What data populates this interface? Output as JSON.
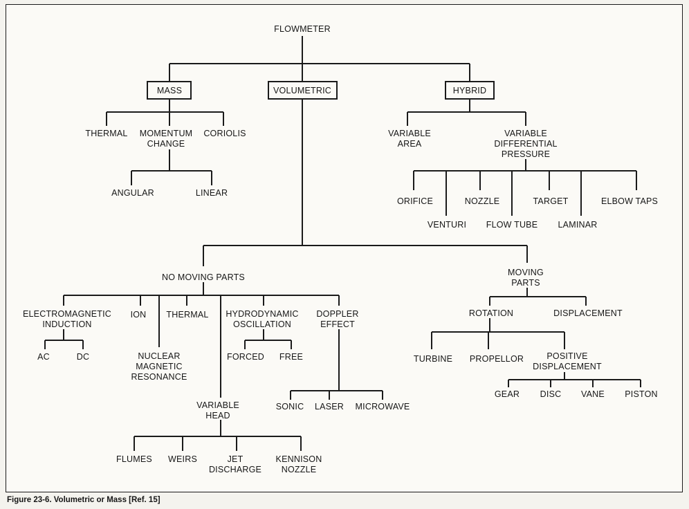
{
  "caption": "Figure 23-6.  Volumetric or Mass [Ref. 15]",
  "nodes": {
    "flowmeter": "FLOWMETER",
    "mass": "MASS",
    "volumetric": "VOLUMETRIC",
    "hybrid": "HYBRID",
    "thermal_mass": "THERMAL",
    "momentum_change": "MOMENTUM\nCHANGE",
    "coriolis": "CORIOLIS",
    "angular": "ANGULAR",
    "linear": "LINEAR",
    "variable_area": "VARIABLE\nAREA",
    "variable_dp": "VARIABLE\nDIFFERENTIAL\nPRESSURE",
    "orifice": "ORIFICE",
    "venturi": "VENTURI",
    "nozzle": "NOZZLE",
    "flow_tube": "FLOW  TUBE",
    "target": "TARGET",
    "laminar": "LAMINAR",
    "elbow_taps": "ELBOW TAPS",
    "no_moving_parts": "NO  MOVING  PARTS",
    "moving_parts": "MOVING\nPARTS",
    "electromagnetic": "ELECTROMAGNETIC\nINDUCTION",
    "ion": "ION",
    "nmr": "NUCLEAR\nMAGNETIC\nRESONANCE",
    "thermal_nmp": "THERMAL",
    "hydrodynamic": "HYDRODYNAMIC\nOSCILLATION",
    "doppler": "DOPPLER\nEFFECT",
    "ac": "AC",
    "dc": "DC",
    "forced": "FORCED",
    "free": "FREE",
    "variable_head": "VARIABLE\nHEAD",
    "sonic": "SONIC",
    "laser": "LASER",
    "microwave": "MICROWAVE",
    "flumes": "FLUMES",
    "weirs": "WEIRS",
    "jet_discharge": "JET\nDISCHARGE",
    "kennison_nozzle": "KENNISON\nNOZZLE",
    "rotation": "ROTATION",
    "displacement": "DISPLACEMENT",
    "turbine": "TURBINE",
    "propellor": "PROPELLOR",
    "positive_displacement": "POSITIVE\nDISPLACEMENT",
    "gear": "GEAR",
    "disc": "DISC",
    "vane": "VANE",
    "piston": "PISTON"
  }
}
